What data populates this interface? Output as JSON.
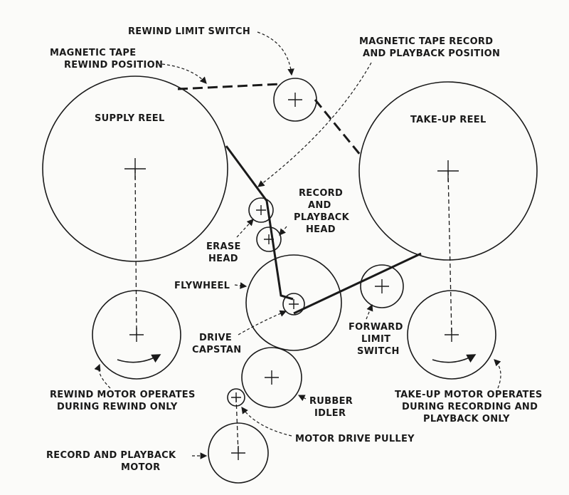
{
  "labels": {
    "rewind_limit_switch": "REWIND LIMIT SWITCH",
    "tape_rewind_position": [
      "MAGNETIC TAPE",
      "REWIND POSITION"
    ],
    "tape_record_position": [
      "MAGNETIC TAPE RECORD",
      "AND PLAYBACK POSITION"
    ],
    "supply_reel": "SUPPLY REEL",
    "take_up_reel": "TAKE-UP REEL",
    "record_playback_head": [
      "RECORD",
      "AND",
      "PLAYBACK",
      "HEAD"
    ],
    "erase_head": [
      "ERASE",
      "HEAD"
    ],
    "flywheel": "FLYWHEEL",
    "drive_capstan": [
      "DRIVE",
      "CAPSTAN"
    ],
    "forward_limit_switch": [
      "FORWARD",
      "LIMIT",
      "SWITCH"
    ],
    "rewind_motor": [
      "REWIND MOTOR OPERATES",
      "DURING REWIND ONLY"
    ],
    "take_up_motor": [
      "TAKE-UP MOTOR OPERATES",
      "DURING RECORDING AND",
      "PLAYBACK ONLY"
    ],
    "rubber_idler": [
      "RUBBER",
      "IDLER"
    ],
    "motor_drive_pulley": "MOTOR DRIVE PULLEY",
    "record_playback_motor": [
      "RECORD AND PLAYBACK",
      "MOTOR"
    ]
  }
}
